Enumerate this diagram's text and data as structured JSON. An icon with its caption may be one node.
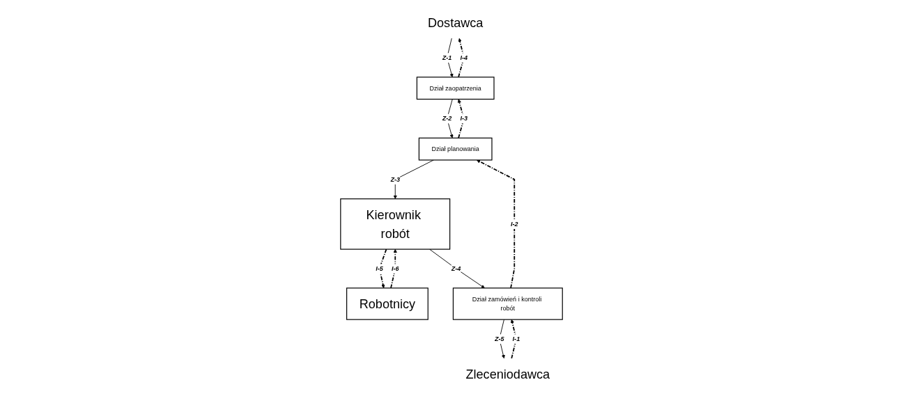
{
  "diagram": {
    "nodes": [
      {
        "text": [
          "Dostawca"
        ]
      },
      {
        "text": [
          "Robotnicy"
        ]
      },
      {
        "text": [
          "Zleceniodawca"
        ]
      },
      {
        "text": [
          "Dział zaopatrzenia"
        ]
      },
      {
        "text": [
          "Dział zamówień i kontroli robót"
        ]
      },
      {
        "text": [
          "Dział planowania"
        ]
      },
      {
        "text": [
          "Kierownik robót"
        ]
      }
    ],
    "edges": [
      {
        "from": 0,
        "to": 3,
        "arrow": "to",
        "label": "Z-1"
      },
      {
        "from": 3,
        "to": 0,
        "arrow": "to",
        "label": "I-4",
        "style": "dashed"
      },
      {
        "from": 3,
        "to": 5,
        "arrow": "to",
        "label": "Z-2"
      },
      {
        "from": 5,
        "to": 3,
        "arrow": "to",
        "label": "I-3",
        "style": "dashed"
      },
      {
        "from": 5,
        "to": 6,
        "arrow": "to",
        "label": "Z-3"
      },
      {
        "from": 1,
        "to": 6,
        "arrow": "to",
        "label": "I-6",
        "style": "dashed"
      },
      {
        "from": 6,
        "to": 1,
        "arrow": "to",
        "label": "I-5",
        "style": "dashed"
      },
      {
        "from": 2,
        "to": 4,
        "arrow": "to",
        "label": "I-1",
        "style": "dashed"
      },
      {
        "from": 4,
        "to": 2,
        "arrow": "to",
        "label": "Z-5"
      },
      {
        "from": 6,
        "to": 4,
        "arrow": "to",
        "label": "Z-4"
      },
      {
        "from": 4,
        "to": 5,
        "arrow": "to",
        "label": "I-2",
        "style": "dashed"
      }
    ]
  }
}
